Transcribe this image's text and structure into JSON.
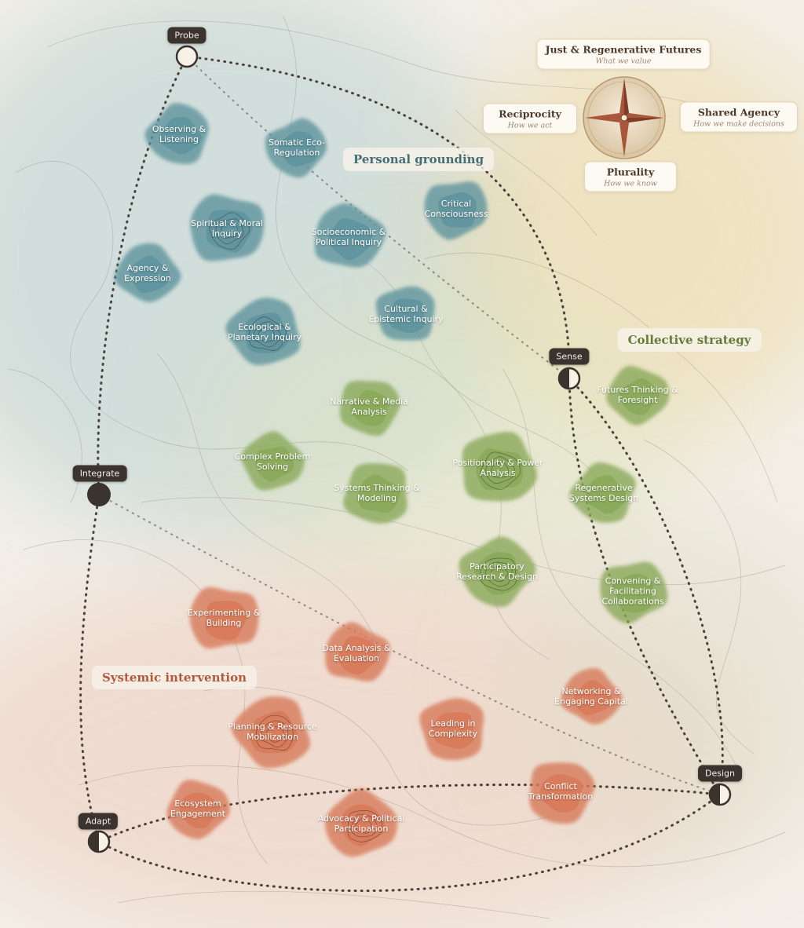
{
  "values": {
    "top": {
      "title": "Just & Regenerative Futures",
      "sub": "What we value"
    },
    "left": {
      "title": "Reciprocity",
      "sub": "How we act"
    },
    "right": {
      "title": "Shared Agency",
      "sub": "How we make decisions"
    },
    "bottom": {
      "title": "Plurality",
      "sub": "How we know"
    }
  },
  "sections": {
    "personal": "Personal grounding",
    "collective": "Collective strategy",
    "systemic": "Systemic intervention"
  },
  "nodes": {
    "probe": "Probe",
    "sense": "Sense",
    "integrate": "Integrate",
    "design": "Design",
    "adapt": "Adapt"
  },
  "skills": {
    "personal": [
      "Observing &\nListening",
      "Somatic Eco-\nRegulation",
      "Critical\nConsciousness",
      "Spiritual & Moral\nInquiry",
      "Socioeconomic &\nPolitical Inquiry",
      "Agency &\nExpression",
      "Ecological &\nPlanetary Inquiry",
      "Cultural &\nEpistemic Inquiry"
    ],
    "collective": [
      "Narrative & Media\nAnalysis",
      "Futures Thinking &\nForesight",
      "Complex Problem\nSolving",
      "Positionality & Power\nAnalysis",
      "Systems Thinking &\nModeling",
      "Regenerative\nSystems Design",
      "Participatory\nResearch & Design",
      "Convening &\nFacilitating\nCollaborations"
    ],
    "systemic": [
      "Experimenting &\nBuilding",
      "Data Analysis &\nEvaluation",
      "Networking &\nEngaging Capital",
      "Planning & Resource\nMobilization",
      "Leading in\nComplexity",
      "Conflict\nTransformation",
      "Ecosystem\nEngagement",
      "Advocacy & Political\nParticipation"
    ]
  },
  "colors": {
    "personal": "#5f949d",
    "collective": "#8aa95a",
    "systemic": "#d77a5a",
    "personal_text": "#456f74",
    "collective_text": "#647c3a",
    "systemic_text": "#b0593d",
    "node": "#3a332e",
    "compass_red": "#a9573a"
  },
  "icons": {
    "compass": "compass-rose-icon"
  }
}
